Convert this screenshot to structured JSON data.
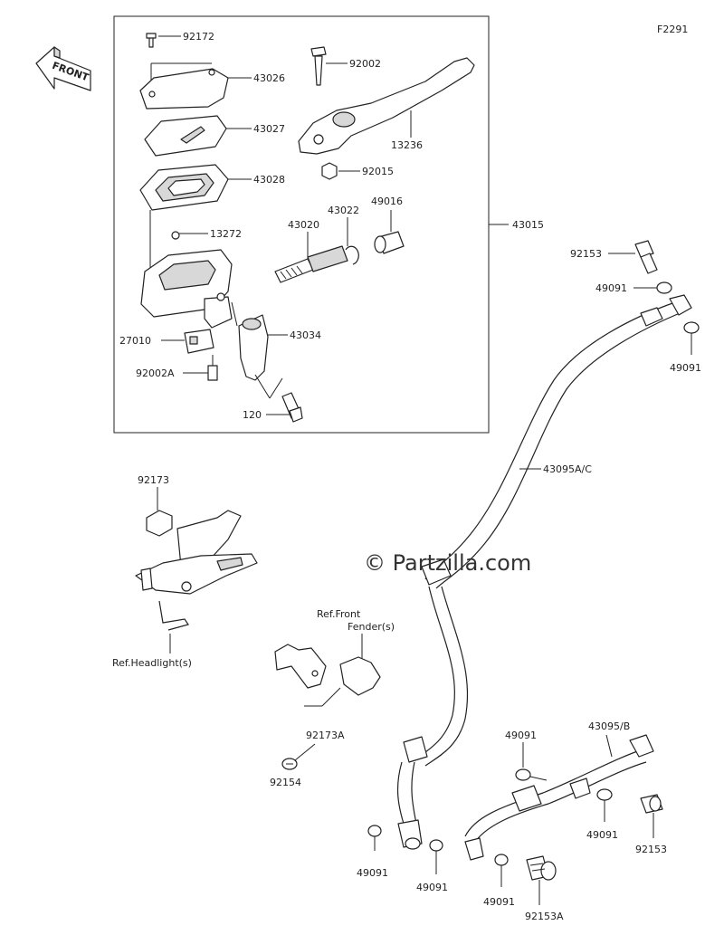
{
  "diagram_code": "F2291",
  "watermark": "© Partzilla.com",
  "front_label": "FRONT",
  "ref_labels": {
    "front_fender_line1": "Ref.Front",
    "front_fender_line2": "Fender(s)",
    "headlight": "Ref.Headlight(s)"
  },
  "part_labels": {
    "p92172": "92172",
    "p43026": "43026",
    "p43027": "43027",
    "p43028": "43028",
    "p13272": "13272",
    "p27010": "27010",
    "p92002A": "92002A",
    "p120": "120",
    "p43034": "43034",
    "p43020": "43020",
    "p43022": "43022",
    "p49016": "49016",
    "p92002": "92002",
    "p13236": "13236",
    "p92015": "92015",
    "p43015": "43015",
    "p92153_top": "92153",
    "p49091_top_a": "49091",
    "p49091_top_b": "49091",
    "p43095AC": "43095A/C",
    "p92173": "92173",
    "p92173A": "92173A",
    "p92154": "92154",
    "p43095B": "43095/B",
    "p49091_mid": "49091",
    "p49091_right": "49091",
    "p92153_right": "92153",
    "p49091_bl": "49091",
    "p49091_bm": "49091",
    "p49091_br": "49091",
    "p92153A": "92153A"
  },
  "colors": {
    "line": "#222222",
    "shade": "#d8d8d8",
    "background": "#ffffff"
  }
}
